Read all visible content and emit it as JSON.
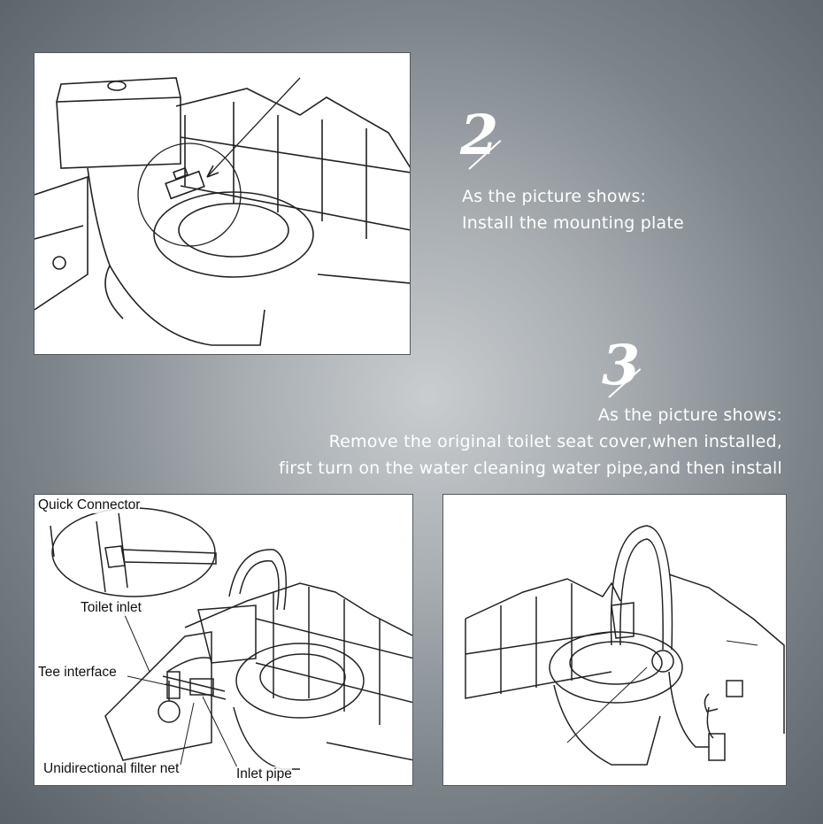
{
  "step2": {
    "number": "2",
    "line1": "As the picture shows:",
    "line2": "Install the mounting plate"
  },
  "step3": {
    "number": "3",
    "line1": "As the picture shows:",
    "line2": "Remove the original toilet seat cover,when installed,",
    "line3": "first turn on the water cleaning water pipe,and then install"
  },
  "diagram_labels": {
    "quick_connector": "Quick Connector",
    "toilet_inlet": "Toilet inlet",
    "tee_interface": "Tee interface",
    "filter_net": "Unidirectional filter net",
    "inlet_pipe": "Inlet pipe"
  },
  "colors": {
    "background_dark": "#5a6269",
    "background_light": "#c9cdd0",
    "text": "#ffffff",
    "panel": "#ffffff"
  }
}
